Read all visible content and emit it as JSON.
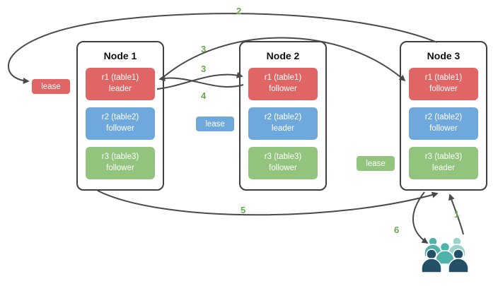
{
  "colors": {
    "red": "#e06666",
    "blue": "#6fa8dc",
    "green": "#93c47d",
    "arrow": "#4a4a4a",
    "step_green": "#6aa84f",
    "node_border": "#404040",
    "users_teal": "#4fb3a9",
    "users_teal_light": "#9ad3ca",
    "users_navy": "#235066"
  },
  "nodes": [
    {
      "title": "Node 1",
      "ranges": [
        {
          "line1": "r1 (table1)",
          "line2": "leader",
          "color": "red"
        },
        {
          "line1": "r2 (table2)",
          "line2": "follower",
          "color": "blue"
        },
        {
          "line1": "r3 (table3)",
          "line2": "follower",
          "color": "green"
        }
      ]
    },
    {
      "title": "Node 2",
      "ranges": [
        {
          "line1": "r1 (table1)",
          "line2": "follower",
          "color": "red"
        },
        {
          "line1": "r2 (table2)",
          "line2": "leader",
          "color": "blue"
        },
        {
          "line1": "r3 (table3)",
          "line2": "follower",
          "color": "green"
        }
      ]
    },
    {
      "title": "Node 3",
      "ranges": [
        {
          "line1": "r1 (table1)",
          "line2": "follower",
          "color": "red"
        },
        {
          "line1": "r2 (table2)",
          "line2": "follower",
          "color": "blue"
        },
        {
          "line1": "r3 (table3)",
          "line2": "leader",
          "color": "green"
        }
      ]
    }
  ],
  "leases": [
    {
      "label": "lease",
      "color": "red"
    },
    {
      "label": "lease",
      "color": "blue"
    },
    {
      "label": "lease",
      "color": "green"
    }
  ],
  "steps": {
    "s1": "1",
    "s2": "2",
    "s3a": "3",
    "s3b": "3",
    "s4": "4",
    "s5": "5",
    "s6": "6"
  },
  "icons": {
    "users_group": "users-group-icon"
  }
}
